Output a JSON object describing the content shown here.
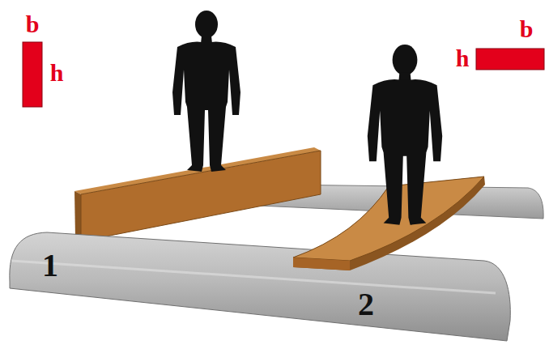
{
  "diagram": {
    "labels": [
      "b",
      "h",
      "b",
      "h",
      "1",
      "2"
    ]
  }
}
